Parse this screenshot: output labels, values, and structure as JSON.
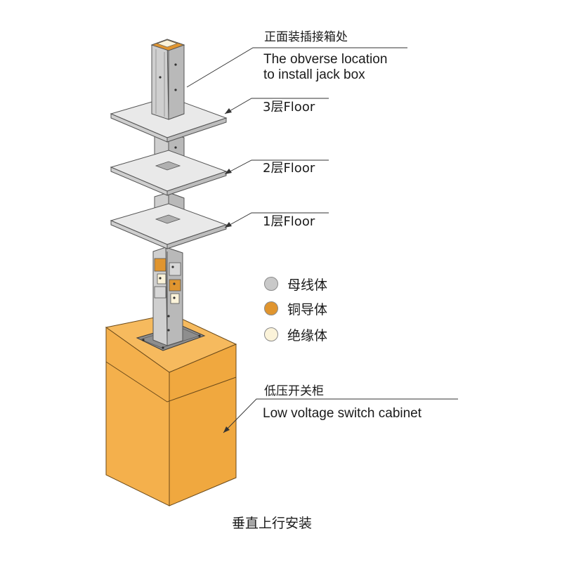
{
  "labels": {
    "jack_box_cn": "正面装插接箱处",
    "jack_box_en_1": "The obverse location",
    "jack_box_en_2": "to install jack box",
    "floor3": "3层Floor",
    "floor2": "2层Floor",
    "floor1": "1层Floor",
    "cabinet_cn": "低压开关柜",
    "cabinet_en": "Low voltage switch cabinet",
    "caption": "垂直上行安装"
  },
  "legend": [
    {
      "label": "母线体",
      "color": "#c9c9c9"
    },
    {
      "label": "铜导体",
      "color": "#e0952f"
    },
    {
      "label": "绝缘体",
      "color": "#fbf3d9"
    }
  ],
  "colors": {
    "cabinet_front": "#f4b04c",
    "cabinet_side": "#f0a83f",
    "cabinet_top": "#f6ba5e",
    "slab_top": "#e9e9e9",
    "busway": "#cfcfcf",
    "busway_dark": "#a9a9a9",
    "base_plate": "#8e8e8e",
    "leader": "#333333"
  }
}
